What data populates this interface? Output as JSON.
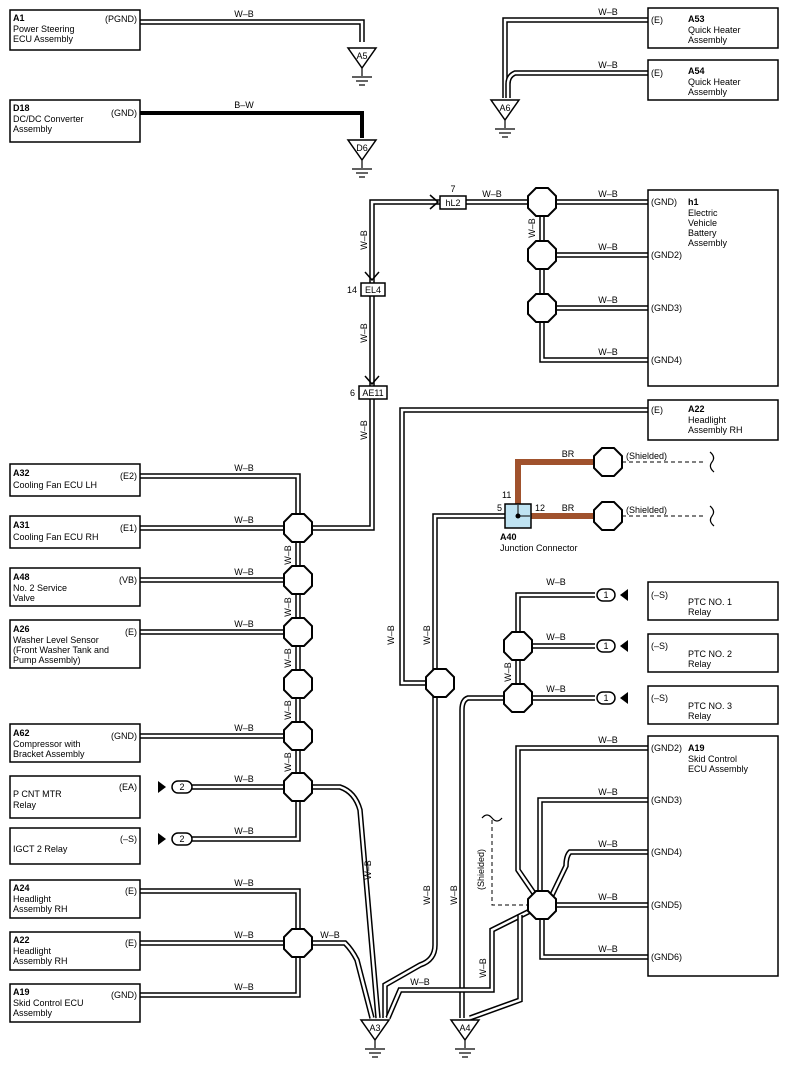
{
  "components": {
    "A1": {
      "code": "A1",
      "name": [
        "Power Steering",
        "ECU Assembly"
      ],
      "pin": "(PGND)"
    },
    "D18": {
      "code": "D18",
      "name": [
        "DC/DC Converter",
        "Assembly"
      ],
      "pin": "(GND)"
    },
    "A53": {
      "code": "A53",
      "name": [
        "Quick Heater",
        "Assembly"
      ],
      "pin": "(E)"
    },
    "A54": {
      "code": "A54",
      "name": [
        "Quick Heater",
        "Assembly"
      ],
      "pin": "(E)"
    },
    "h1": {
      "code": "h1",
      "name": [
        "Electric",
        "Vehicle",
        "Battery",
        "Assembly"
      ],
      "pins": [
        "(GND)",
        "(GND2)",
        "(GND3)",
        "(GND4)"
      ]
    },
    "A22R": {
      "code": "A22",
      "name": [
        "Headlight",
        "Assembly RH"
      ],
      "pin": "(E)"
    },
    "A32": {
      "code": "A32",
      "name": [
        "Cooling Fan ECU LH"
      ],
      "pin": "(E2)"
    },
    "A31": {
      "code": "A31",
      "name": [
        "Cooling Fan ECU RH"
      ],
      "pin": "(E1)"
    },
    "A48": {
      "code": "A48",
      "name": [
        "No.  2 Service",
        "Valve"
      ],
      "pin": "(VB)"
    },
    "A26": {
      "code": "A26",
      "name": [
        "Washer Level Sensor",
        "(Front Washer Tank and",
        " Pump Assembly)"
      ],
      "pin": "(E)"
    },
    "A62": {
      "code": "A62",
      "name": [
        "Compressor with",
        "Bracket Assembly"
      ],
      "pin": "(GND)"
    },
    "PCNT": {
      "code": "",
      "name": [
        "P CNT MTR",
        "Relay"
      ],
      "pin": "(EA)"
    },
    "IGCT": {
      "code": "",
      "name": [
        "IGCT 2 Relay"
      ],
      "pin": "(–S)"
    },
    "A24": {
      "code": "A24",
      "name": [
        "Headlight",
        "Assembly RH"
      ],
      "pin": "(E)"
    },
    "A22L": {
      "code": "A22",
      "name": [
        "Headlight",
        "Assembly RH"
      ],
      "pin": "(E)"
    },
    "A19L": {
      "code": "A19",
      "name": [
        "Skid Control ECU",
        "Assembly"
      ],
      "pin": "(GND)"
    },
    "PTC1": {
      "code": "",
      "name": [
        "PTC NO. 1",
        "Relay"
      ],
      "pin": "(–S)"
    },
    "PTC2": {
      "code": "",
      "name": [
        "PTC NO. 2",
        "Relay"
      ],
      "pin": "(–S)"
    },
    "PTC3": {
      "code": "",
      "name": [
        "PTC NO. 3",
        "Relay"
      ],
      "pin": "(–S)"
    },
    "A19R": {
      "code": "A19",
      "name": [
        "Skid Control",
        "ECU Assembly"
      ],
      "pins": [
        "(GND2)",
        "(GND3)",
        "(GND4)",
        "(GND5)",
        "(GND6)"
      ]
    }
  },
  "junction": {
    "code": "A40",
    "name": "Junction Connector",
    "pins": [
      "5",
      "11",
      "12"
    ]
  },
  "connectors": {
    "hL2": {
      "label": "hL2",
      "pin": "7"
    },
    "EL4": {
      "label": "EL4",
      "pin": "14"
    },
    "AE11": {
      "label": "AE11",
      "pin": "6"
    }
  },
  "grounds": [
    "A5",
    "D6",
    "A6",
    "A3",
    "A4"
  ],
  "wire_colors": {
    "wb": "W–B",
    "bw": "B–W",
    "br": "BR"
  },
  "shielded": "(Shielded)",
  "inline_connectors": {
    "c1": "1",
    "c2": "2"
  },
  "colors": {
    "brown": "#a0522d",
    "junction_fill": "#bfe3f2"
  }
}
